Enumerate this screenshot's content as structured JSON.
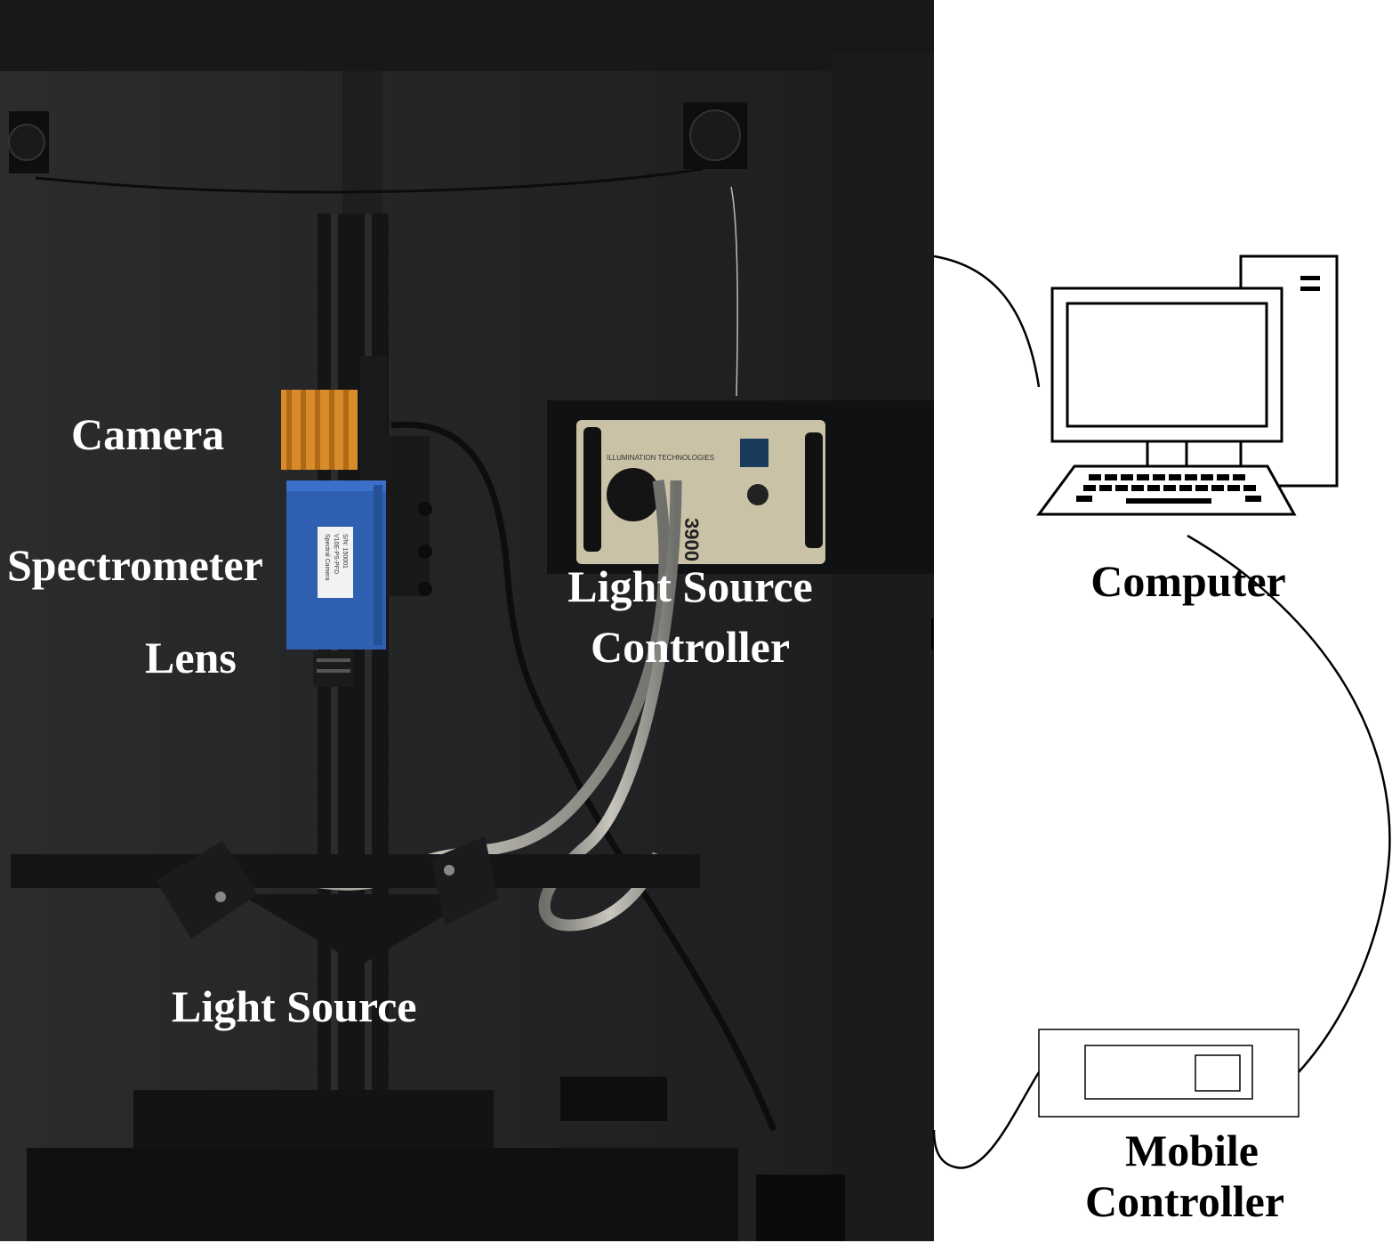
{
  "labels": {
    "camera": "Camera",
    "spectrometer": "Spectrometer",
    "lens": "Lens",
    "light_source": "Light Source",
    "light_source_controller_line1": "Light Source",
    "light_source_controller_line2": "Controller",
    "computer": "Computer",
    "mobile_controller_line1": "Mobile",
    "mobile_controller_line2": "Controller"
  },
  "photo": {
    "spectrometer_tag_line1": "Spectral Camera",
    "spectrometer_tag_line2": "V10E-PS-PFD",
    "spectrometer_tag_line3": "S/N: 150001",
    "controller_brand": "ILLUMINATION TECHNOLOGIES",
    "controller_model": "3900"
  },
  "colors": {
    "background": "#ffffff",
    "enclosure": "#1f2123",
    "camera_orange": "#d98a2a",
    "spectrometer_blue": "#2f5fb0",
    "controller_panel": "#c9c2a7",
    "line": "#000000",
    "photo_label": "#ffffff",
    "diagram_label": "#000000"
  },
  "icons": {
    "computer": "desktop-computer-icon",
    "mobile_controller": "mobile-controller-icon"
  }
}
